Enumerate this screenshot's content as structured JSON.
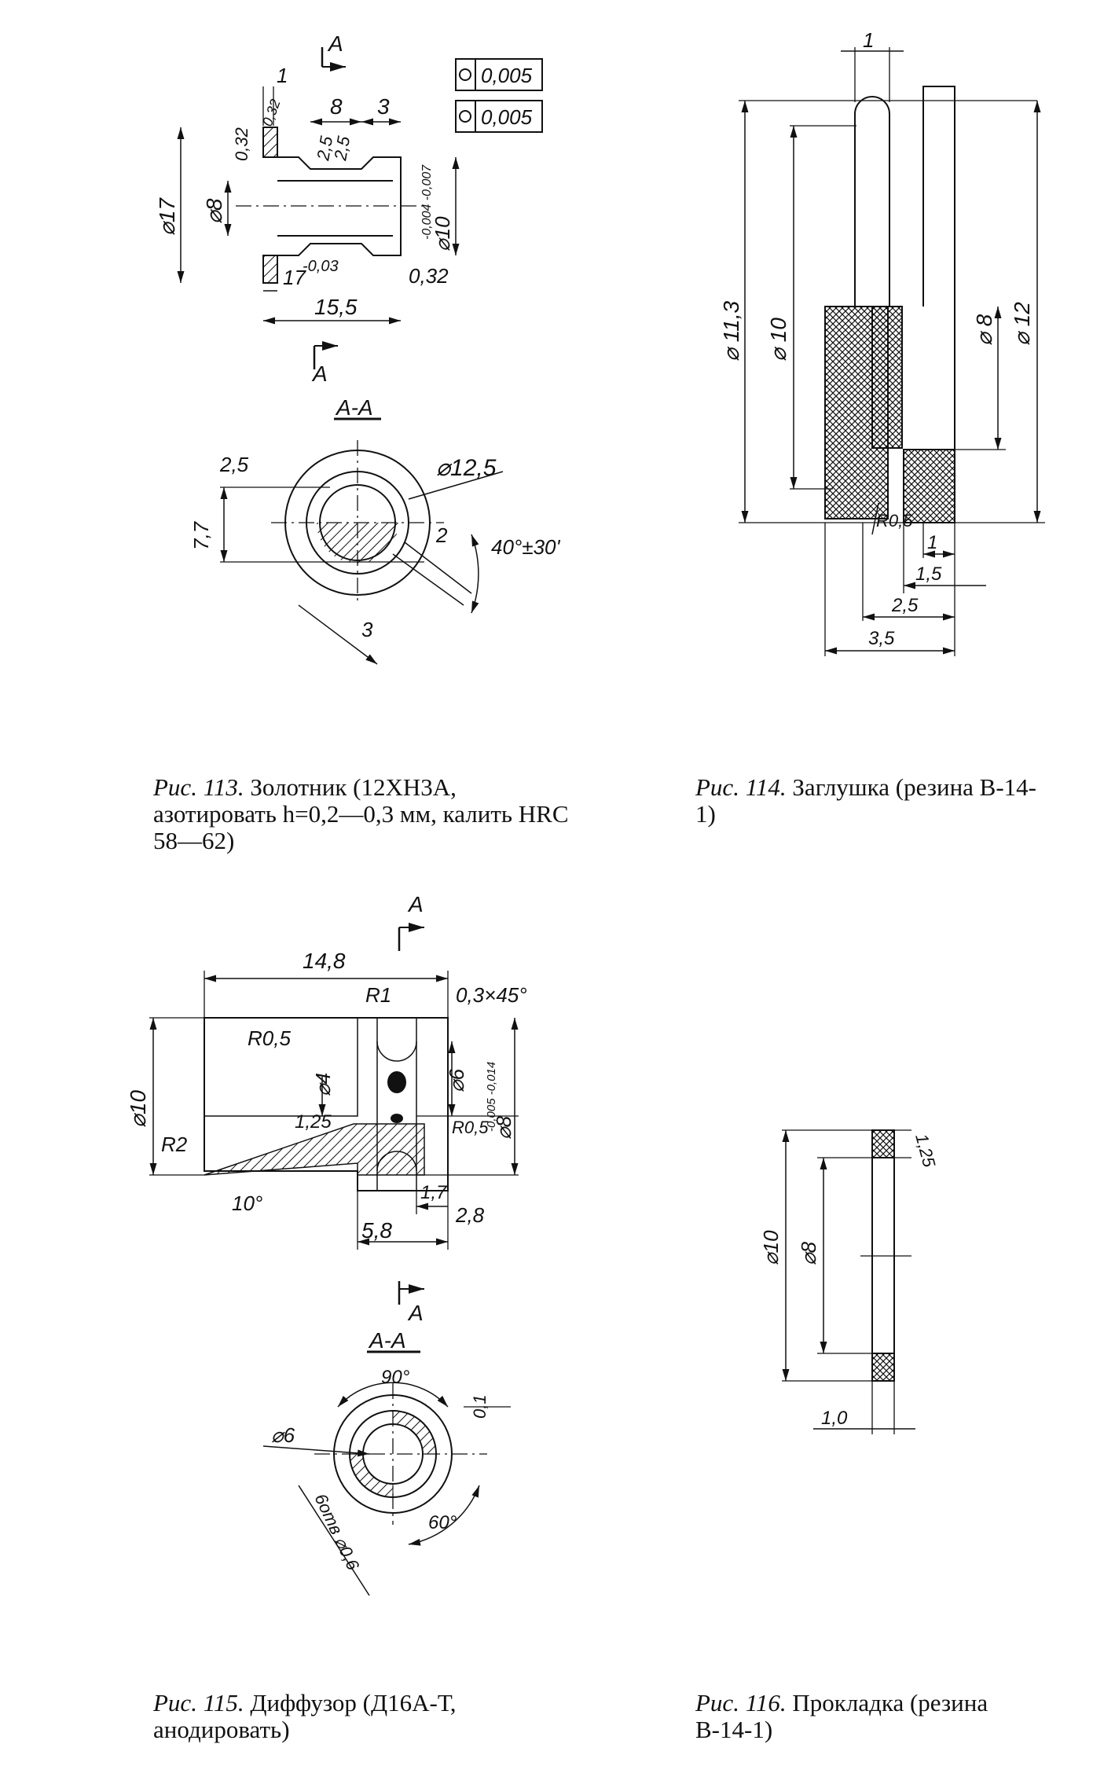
{
  "figures": [
    {
      "id": "fig113",
      "caption_fig": "Рис. 113.",
      "caption_text": "Золотник (12ХН3А, азотировать h=0,2—0,3 мм, калить HRC 58—62)",
      "dims": {
        "d17": "⌀17",
        "d8": "⌀8",
        "d10": "⌀10",
        "tol_d10": "-0,004 -0,007",
        "len17": "17",
        "tol17": "-0,03",
        "len155": "15,5",
        "w8": "8",
        "w3": "3",
        "w1": "1",
        "r032a": "0,32",
        "r032b": "0,32",
        "r032c": "0,32",
        "g25a": "2,5",
        "g25b": "2,5",
        "tol1": "0,005",
        "tol2": "0,005",
        "sec": "А",
        "secA": "А-А",
        "d125": "⌀12,5",
        "s25": "2,5",
        "s77": "7,7",
        "s2": "2",
        "s3": "3",
        "angle": "40°±30'"
      }
    },
    {
      "id": "fig114",
      "caption_fig": "Рис. 114.",
      "caption_text": "Заглушка (резина В-14-1)",
      "dims": {
        "top1": "1",
        "d113": "⌀ 11,3",
        "d10": "⌀ 10",
        "d8": "⌀ 8",
        "d12": "⌀ 12",
        "r05": "R0,5",
        "b1": "1",
        "b15": "1,5",
        "b25": "2,5",
        "b35": "3,5"
      }
    },
    {
      "id": "fig115",
      "caption_fig": "Рис. 115.",
      "caption_text": "Диффузор (Д16А-Т, анодировать)",
      "dims": {
        "sec": "А",
        "l148": "14,8",
        "r1": "R1",
        "ch": "0,3×45°",
        "r05": "R0,5",
        "d4": "⌀4",
        "d6": "⌀6",
        "d8": "⌀8",
        "tol": "-0,005 -0,014",
        "d10": "⌀10",
        "r2": "R2",
        "l125": "1,25",
        "r05b": "R0,5",
        "l17": "1,7",
        "l28": "2,8",
        "l58": "5,8",
        "a10": "10°",
        "secA": "А-А",
        "a90": "90°",
        "l01": "0,1",
        "d6b": "⌀6",
        "a60": "60°",
        "holes": "6отв ⌀0,6"
      }
    },
    {
      "id": "fig116",
      "caption_fig": "Рис. 116.",
      "caption_text": "Прокладка (резина В-14-1)",
      "dims": {
        "t125": "1,25",
        "d10": "⌀10",
        "d8": "⌀8",
        "w10": "1,0"
      }
    }
  ]
}
